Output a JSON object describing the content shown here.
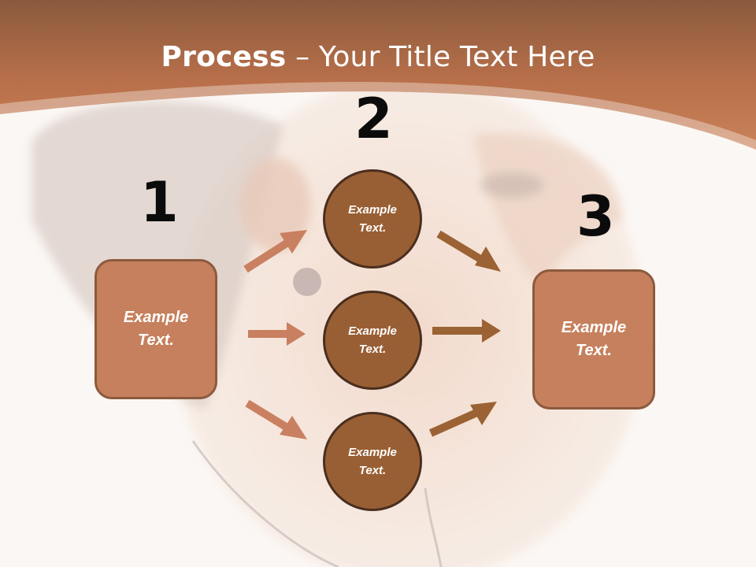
{
  "title": {
    "bold": "Process",
    "rest": " – Your Title Text Here"
  },
  "steps": {
    "one": "1",
    "two": "2",
    "three": "3"
  },
  "left_box": {
    "text": "Example\nText."
  },
  "right_box": {
    "text": "Example\nText."
  },
  "circles": [
    {
      "text": "Example\nText."
    },
    {
      "text": "Example\nText."
    },
    {
      "text": "Example\nText."
    }
  ],
  "colors": {
    "header": "#c27a52",
    "box_fill": "#c6805d",
    "circle_fill": "#995f34",
    "arrow_left": "#c98060",
    "arrow_right": "#9b6234"
  }
}
